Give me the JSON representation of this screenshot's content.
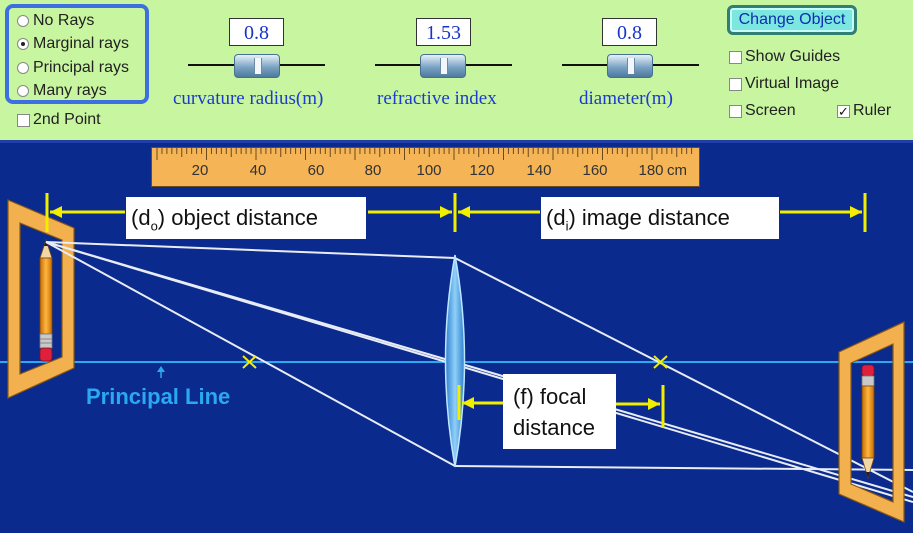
{
  "controls": {
    "ray_options": [
      {
        "label": "No Rays",
        "selected": false
      },
      {
        "label": "Marginal rays",
        "selected": true
      },
      {
        "label": "Principal rays",
        "selected": false
      },
      {
        "label": "Many rays",
        "selected": false
      }
    ],
    "second_point": {
      "label": "2nd Point",
      "checked": false
    },
    "sliders": [
      {
        "value": "0.8",
        "label": "curvature radius(m)"
      },
      {
        "value": "1.53",
        "label": "refractive index"
      },
      {
        "value": "0.8",
        "label": "diameter(m)"
      }
    ],
    "change_object_label": "Change Object",
    "show_guides": {
      "label": "Show Guides",
      "checked": false
    },
    "virtual_image": {
      "label": "Virtual Image",
      "checked": false
    },
    "screen": {
      "label": "Screen",
      "checked": false
    },
    "ruler_toggle": {
      "label": "Ruler",
      "checked": true
    },
    "check_mark": "✓"
  },
  "ruler": {
    "ticks": [
      "20",
      "40",
      "60",
      "80",
      "100",
      "120",
      "140",
      "160",
      "180"
    ],
    "unit": "cm"
  },
  "annotations": {
    "object_distance": {
      "prefix": "(d",
      "sub": "o",
      "suffix": ") object distance"
    },
    "image_distance": {
      "prefix": "(d",
      "sub": "i",
      "suffix": ") image distance"
    },
    "focal_line1": "(f) focal",
    "focal_line2": "distance",
    "principal_line": "Principal Line"
  },
  "colors": {
    "background": "#0a2a8e",
    "panel": "#c8f5a0",
    "principal_line": "#2aa8f0",
    "marker": "#f2ee00",
    "ray": "#e8ecf5",
    "frame": "#f3b04f"
  }
}
